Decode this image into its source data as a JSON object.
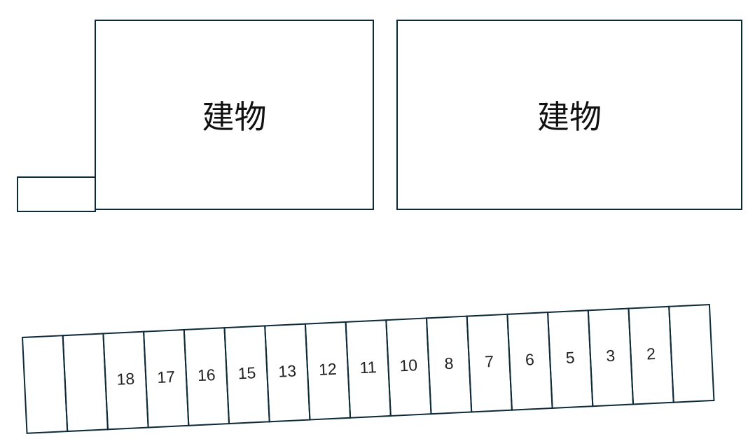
{
  "colors": {
    "line": "#0e2a38",
    "text": "#222222",
    "background": "#ffffff"
  },
  "buildings": [
    {
      "label": "建物"
    },
    {
      "label": "建物"
    }
  ],
  "annex": {
    "label": ""
  },
  "parking": {
    "slots": [
      {
        "label": ""
      },
      {
        "label": ""
      },
      {
        "label": "18"
      },
      {
        "label": "17"
      },
      {
        "label": "16"
      },
      {
        "label": "15"
      },
      {
        "label": "13"
      },
      {
        "label": "12"
      },
      {
        "label": "11"
      },
      {
        "label": "10"
      },
      {
        "label": "8"
      },
      {
        "label": "7"
      },
      {
        "label": "6"
      },
      {
        "label": "5"
      },
      {
        "label": "3"
      },
      {
        "label": "2"
      },
      {
        "label": ""
      }
    ]
  }
}
